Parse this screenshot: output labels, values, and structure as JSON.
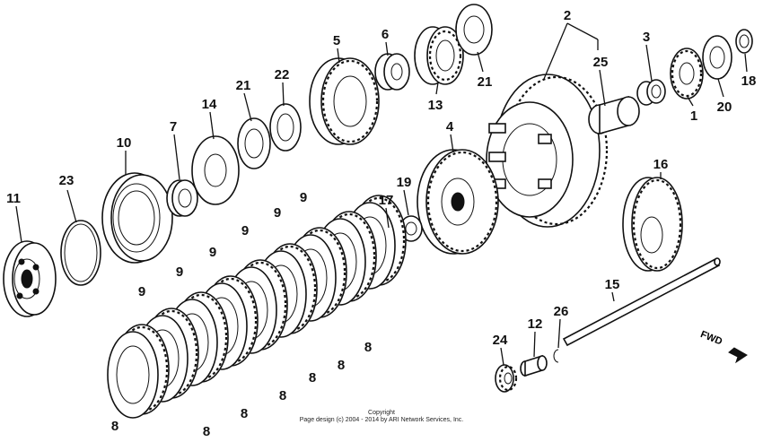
{
  "callouts": [
    {
      "label": "1"
    },
    {
      "label": "2"
    },
    {
      "label": "3"
    },
    {
      "label": "4"
    },
    {
      "label": "5"
    },
    {
      "label": "6"
    },
    {
      "label": "7"
    },
    {
      "label": "8"
    },
    {
      "label": "9"
    },
    {
      "label": "10"
    },
    {
      "label": "11"
    },
    {
      "label": "12"
    },
    {
      "label": "13"
    },
    {
      "label": "14"
    },
    {
      "label": "15"
    },
    {
      "label": "16"
    },
    {
      "label": "17"
    },
    {
      "label": "18"
    },
    {
      "label": "19"
    },
    {
      "label": "20"
    },
    {
      "label": "21"
    },
    {
      "label": "22"
    },
    {
      "label": "23"
    },
    {
      "label": "24"
    },
    {
      "label": "25"
    },
    {
      "label": "26"
    }
  ],
  "plate_labels": {
    "clutch_plate": "9",
    "friction_disk": "8"
  },
  "direction_label": "FWD",
  "copyright_line1": "Copyright",
  "copyright_line2": "Page design (c) 2004 - 2014 by ARI Network Services, Inc."
}
